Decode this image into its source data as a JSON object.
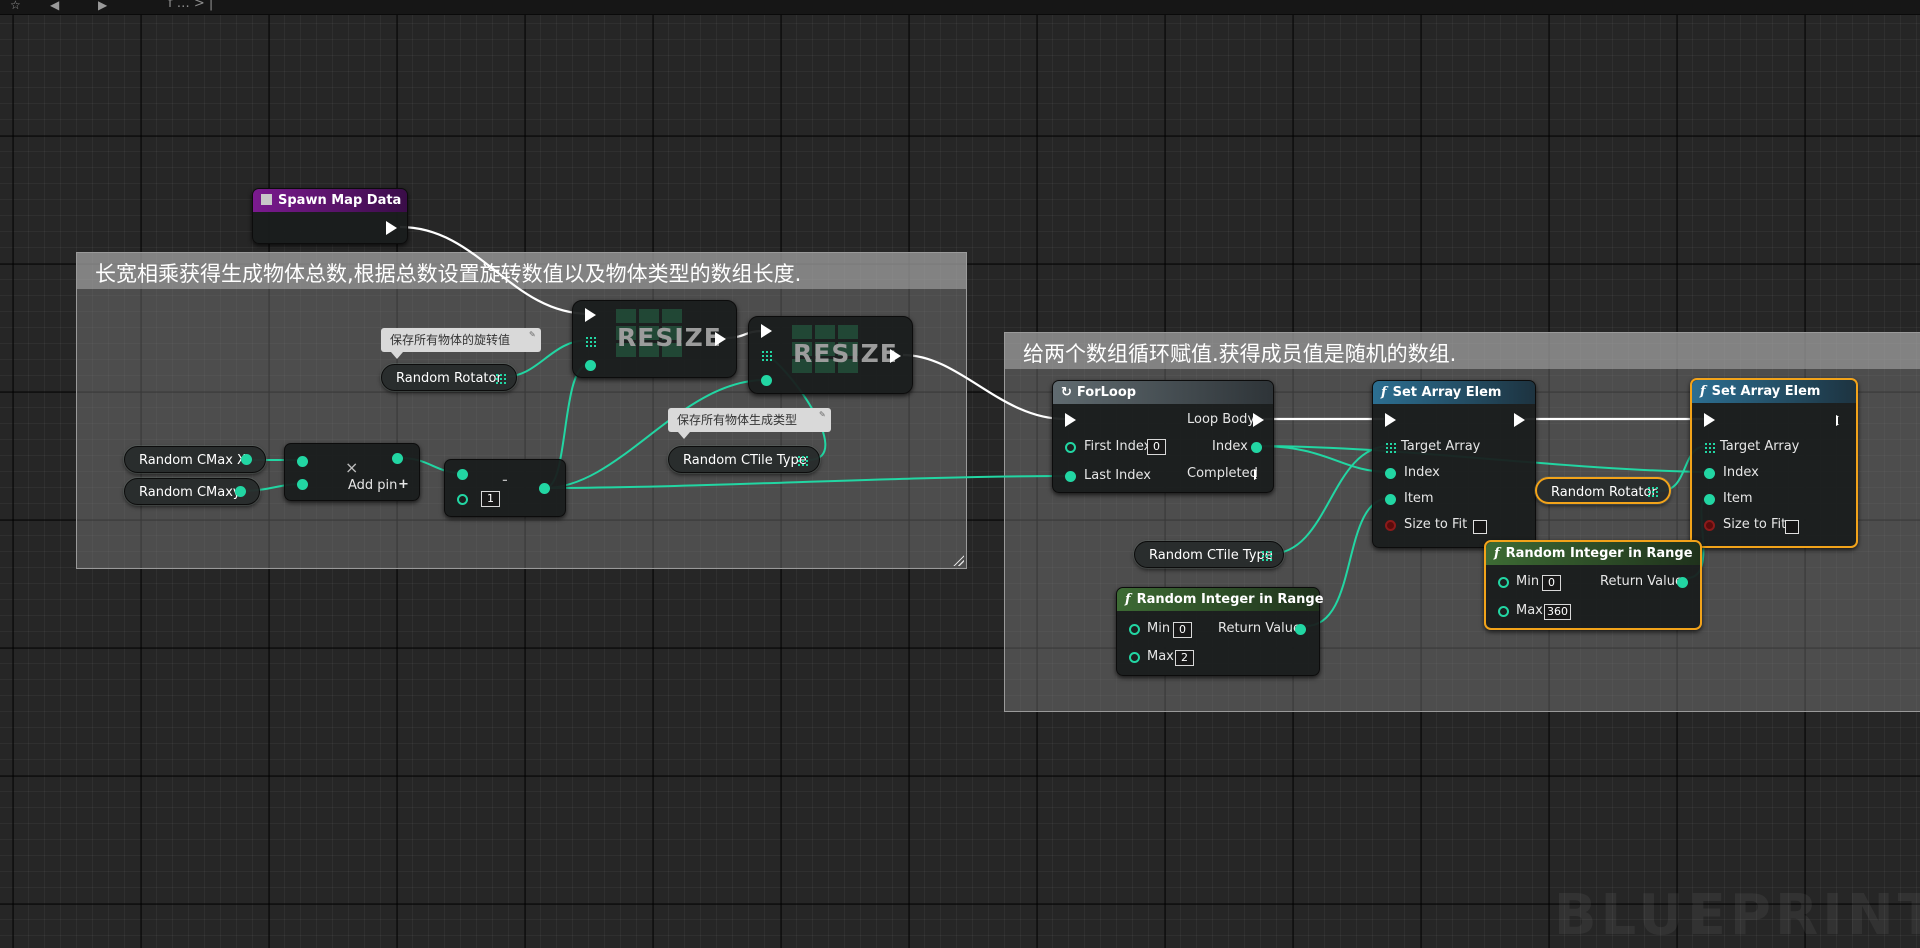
{
  "topbar": {
    "breadcrumb": "f   … > |"
  },
  "comments": {
    "left": "长宽相乘获得生成物体总数,根据总数设置旋转数值以及物体类型的数组长度.",
    "right": "给两个数组循环赋值.获得成员值是随机的数组."
  },
  "spawn_map_data": {
    "title": "Spawn Map Data"
  },
  "bubbles": {
    "rotator": "保存所有物体的旋转值",
    "tile_type": "保存所有物体生成类型"
  },
  "vars": {
    "random_rotator": "Random Rotator",
    "random_ctile_type": "Random CTile Type",
    "random_cmax_x": "Random CMax X",
    "random_cmaxy": "Random CMaxy",
    "random_ctile_type_2": "Random CTile Type",
    "random_rotator_2": "Random Rotator"
  },
  "multiply": {
    "add_pin": "Add pin",
    "add_symbol": "+",
    "op_symbol": "×"
  },
  "subtract": {
    "op_symbol": "-",
    "value": "1"
  },
  "resize_1": {
    "title": "RESIZE"
  },
  "resize_2": {
    "title": "RESIZE"
  },
  "forloop": {
    "title": "ForLoop",
    "loop_body": "Loop Body",
    "first_index": "First Index",
    "first_index_value": "0",
    "index": "Index",
    "last_index": "Last Index",
    "completed": "Completed"
  },
  "set_array_1": {
    "title": "Set Array Elem",
    "target_array": "Target Array",
    "index": "Index",
    "item": "Item",
    "size_to_fit": "Size to Fit"
  },
  "set_array_2": {
    "title": "Set Array Elem",
    "target_array": "Target Array",
    "index": "Index",
    "item": "Item",
    "size_to_fit": "Size to Fit"
  },
  "rand_int_1": {
    "title": "Random Integer in Range",
    "min": "Min",
    "min_value": "0",
    "max": "Max",
    "max_value": "2",
    "return_value": "Return Value"
  },
  "rand_int_2": {
    "title": "Random Integer in Range",
    "min": "Min",
    "min_value": "0",
    "max": "Max",
    "max_value": "360",
    "return_value": "Return Value"
  },
  "watermark": "BLUEPRINT",
  "colors": {
    "data_wire": "#22d6a3",
    "exec_wire": "#ffffff",
    "selection": "#f2a31a"
  }
}
